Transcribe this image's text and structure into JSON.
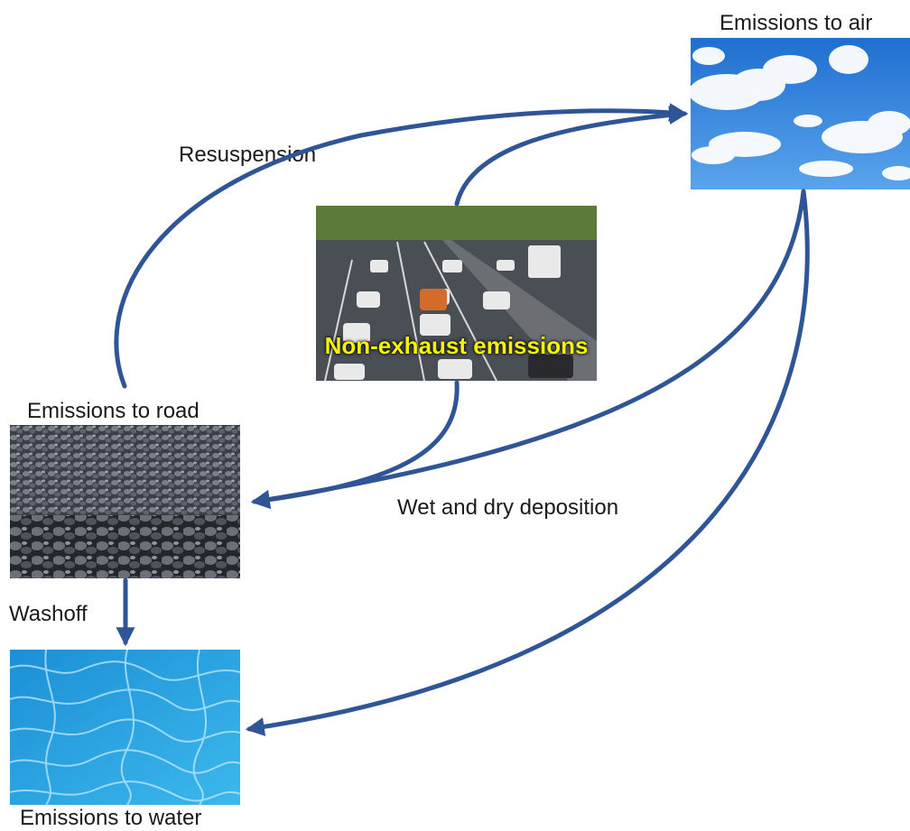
{
  "nodes": {
    "air": {
      "label": "Emissions to air"
    },
    "road": {
      "label": "Emissions to road"
    },
    "water": {
      "label": "Emissions to water"
    },
    "source": {
      "label": "Non-exhaust emissions"
    }
  },
  "edges": {
    "resuspension": "Resuspension",
    "deposition": "Wet and dry deposition",
    "washoff": "Washoff"
  },
  "colors": {
    "arrow": "#2f5597",
    "overlay_text": "#f4f400",
    "sky": "#2f7fd8",
    "water": "#2aa6e0",
    "gravel": "#4a4f55"
  }
}
